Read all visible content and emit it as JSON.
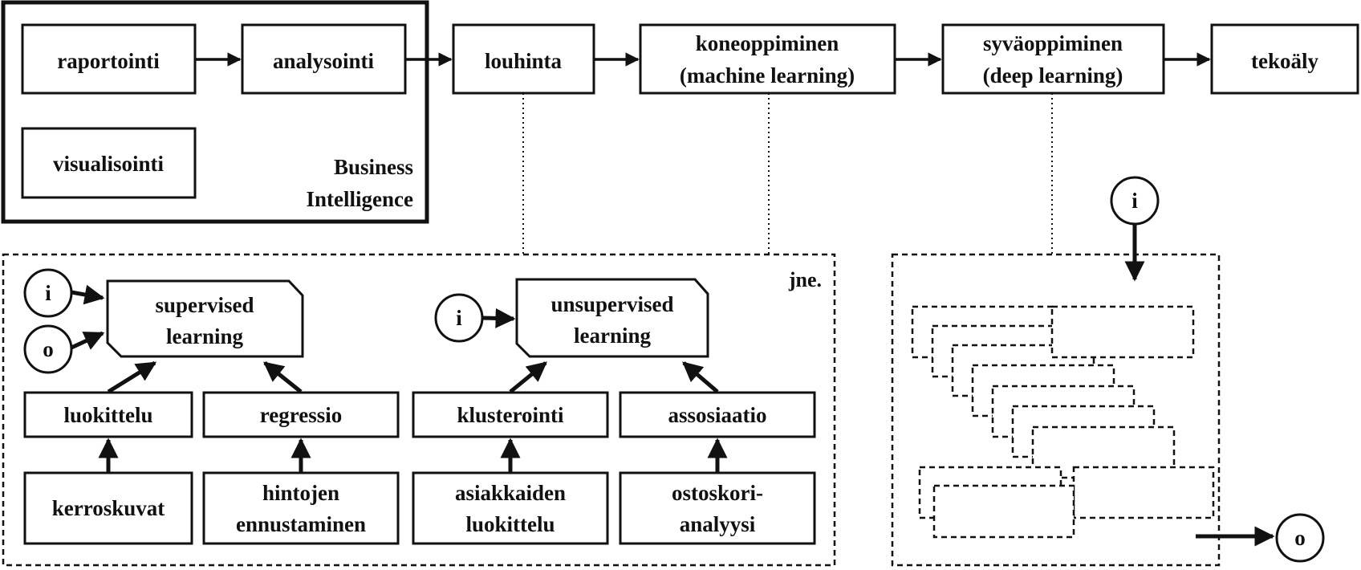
{
  "top_chain": {
    "raportointi": "raportointi",
    "analysointi": "analysointi",
    "visualisointi": "visualisointi",
    "bi_line1": "Business",
    "bi_line2": "Intelligence",
    "louhinta": "louhinta",
    "koneoppiminen_line1": "koneoppiminen",
    "koneoppiminen_line2": "(machine learning)",
    "syvaoppiminen_line1": "syväoppiminen",
    "syvaoppiminen_line2": "(deep learning)",
    "tekoaly": "tekoäly"
  },
  "ml_panel": {
    "etc_label": "jne.",
    "input_label": "i",
    "output_label": "o",
    "supervised_line1": "supervised",
    "supervised_line2": "learning",
    "unsupervised_line1": "unsupervised",
    "unsupervised_line2": "learning",
    "luokittelu": "luokittelu",
    "regressio": "regressio",
    "klusterointi": "klusterointi",
    "assosiaatio": "assosiaatio",
    "kerroskuvat": "kerroskuvat",
    "hintojen_line1": "hintojen",
    "hintojen_line2": "ennustaminen",
    "asiakkaiden_line1": "asiakkaiden",
    "asiakkaiden_line2": "luokittelu",
    "ostoskori_line1": "ostoskori-",
    "ostoskori_line2": "analyysi"
  },
  "dl_panel": {
    "input_label": "i",
    "output_label": "o"
  }
}
